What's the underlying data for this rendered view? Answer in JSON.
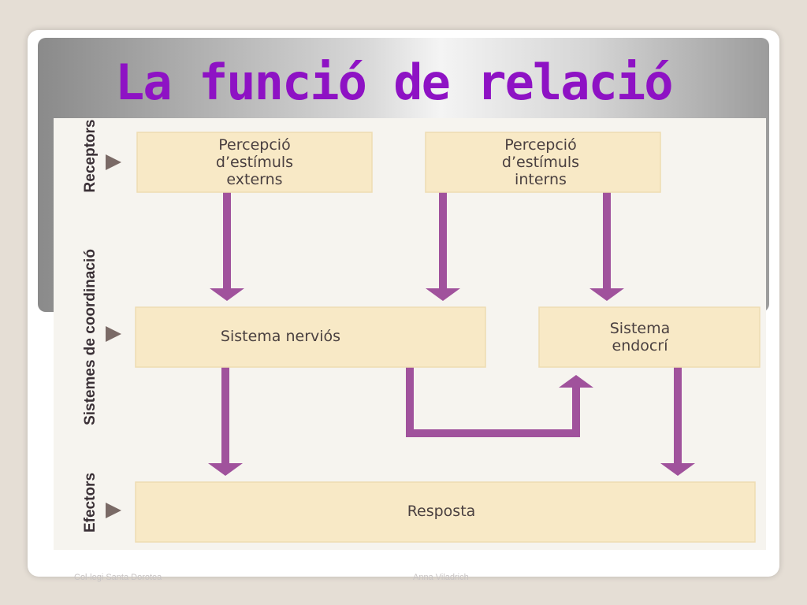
{
  "slide": {
    "title": "La funció de relació"
  },
  "diagram": {
    "row_labels": {
      "receptors": "Receptors",
      "coordination": "Sistemes de coordinació",
      "effectors": "Efectors"
    },
    "boxes": {
      "external_perception": [
        "Percepció",
        "d’estímuls",
        "externs"
      ],
      "internal_perception": [
        "Percepció",
        "d’estímuls",
        "interns"
      ],
      "nervous_system": [
        "Sistema nerviós"
      ],
      "endocrine_system": [
        "Sistema",
        "endocrí"
      ],
      "response": [
        "Resposta"
      ]
    }
  },
  "footer": {
    "left": "Col·legi Santa Dorotea",
    "center": "Anna Viladrich"
  },
  "colors": {
    "title": "#8e12c4",
    "box_fill": "#f8e9c6",
    "arrow": "#a0529c"
  }
}
